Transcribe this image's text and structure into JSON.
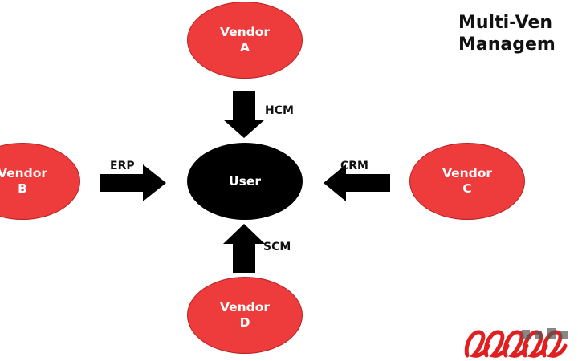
{
  "title": {
    "line1": "Multi-Ven",
    "line2": "Managem"
  },
  "nodes": {
    "vendor_a": "Vendor\nA",
    "vendor_b": "Vendor\nB",
    "vendor_c": "Vendor\nC",
    "vendor_d": "Vendor\nD",
    "user": "User"
  },
  "edges": {
    "hcm": "HCM",
    "erp": "ERP",
    "crm": "CRM",
    "scm": "SCM"
  },
  "colors": {
    "vendor_fill": "#ee3b3b",
    "user_fill": "#000000",
    "arrow": "#000000",
    "logo": "#e02020"
  },
  "icons": {
    "logo": "brand-logo-icon"
  }
}
